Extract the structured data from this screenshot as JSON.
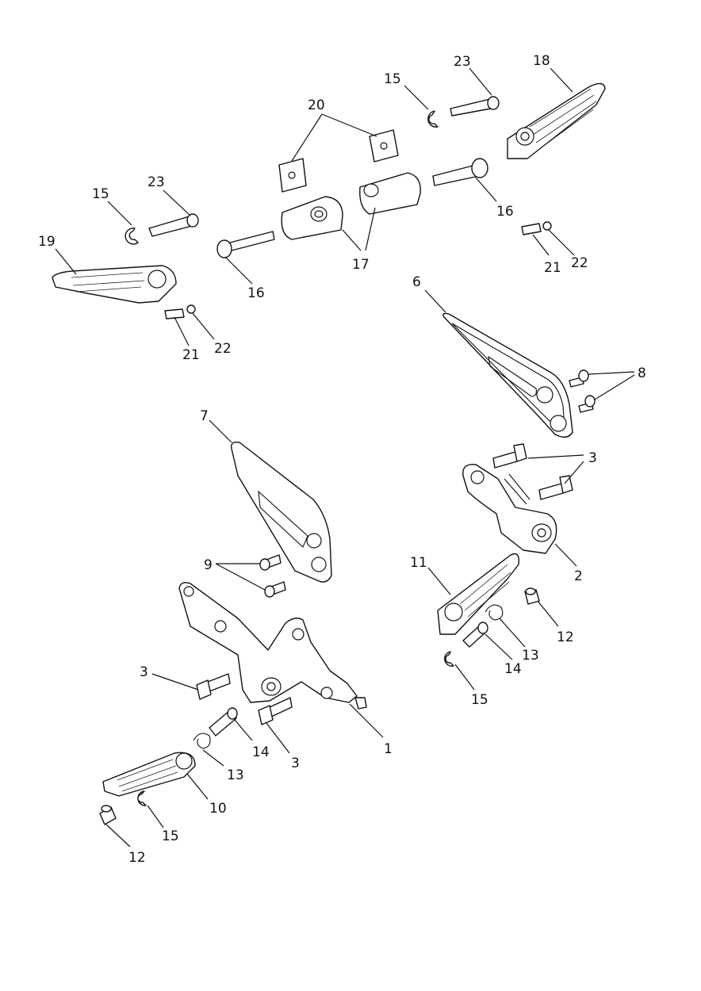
{
  "labels": {
    "l1": "1",
    "l2": "2",
    "l3a": "3",
    "l3b": "3",
    "l3c": "3",
    "l6": "6",
    "l7": "7",
    "l8": "8",
    "l9": "9",
    "l10": "10",
    "l11": "11",
    "l12a": "12",
    "l12b": "12",
    "l13a": "13",
    "l13b": "13",
    "l14a": "14",
    "l14b": "14",
    "l15a": "15",
    "l15b": "15",
    "l15c": "15",
    "l15d": "15",
    "l16a": "16",
    "l16b": "16",
    "l17": "17",
    "l18": "18",
    "l19": "19",
    "l20": "20",
    "l21a": "21",
    "l21b": "21",
    "l22a": "22",
    "l22b": "22",
    "l23a": "23",
    "l23b": "23"
  }
}
